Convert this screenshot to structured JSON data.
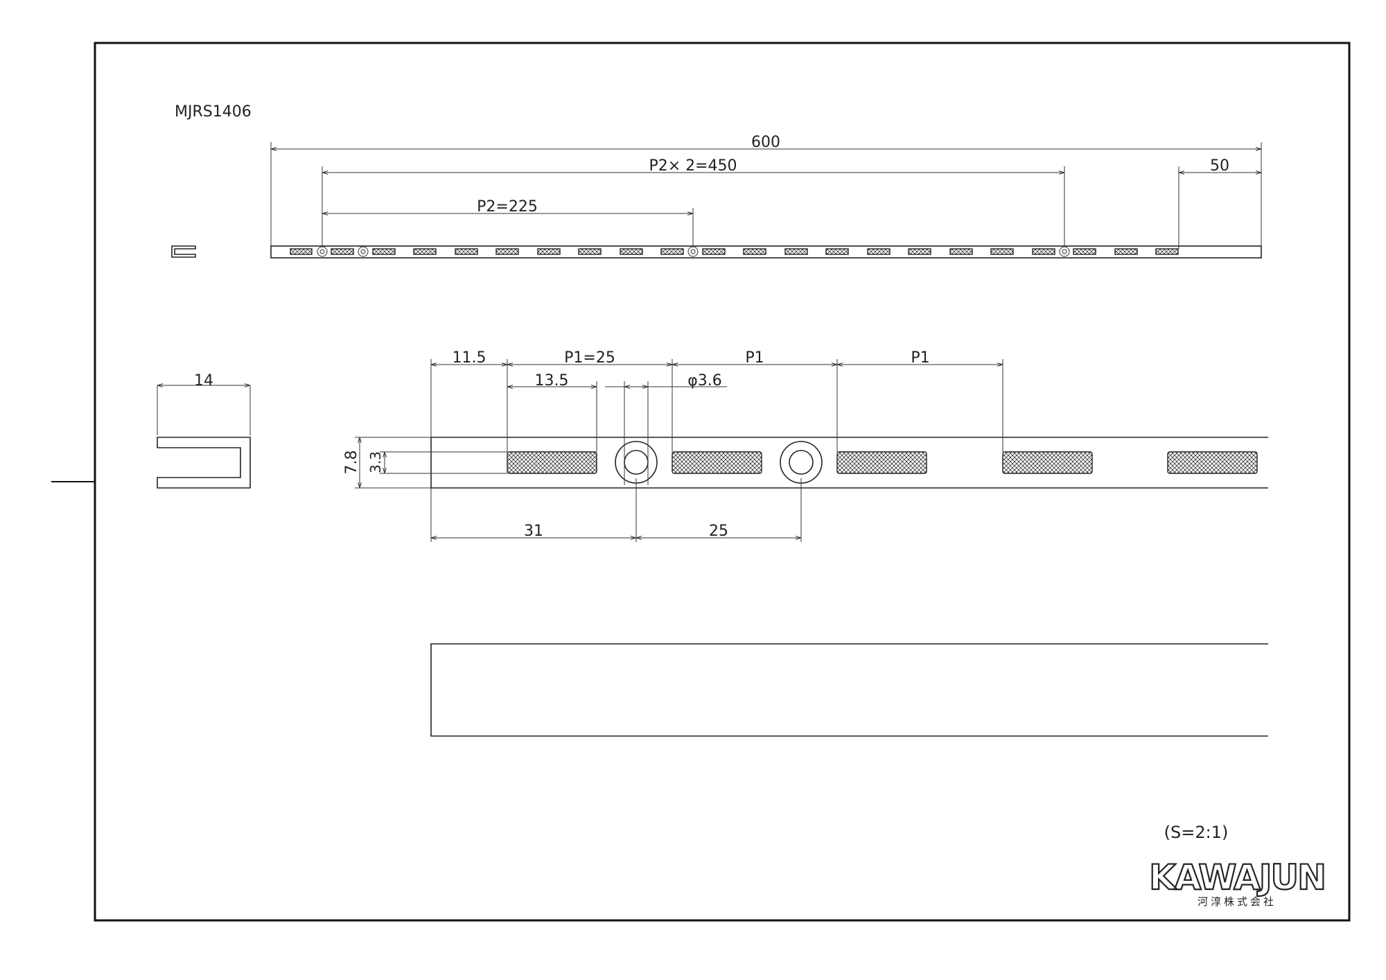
{
  "drawing": {
    "part_number": "MJRS1406",
    "scale": "(S=2:1)"
  },
  "overall_view": {
    "total_length": "600",
    "hole_span": "P2× 2=450",
    "hole_pitch": "P2=225",
    "end_offset": "50"
  },
  "detail_view": {
    "first_slot_offset": "11.5",
    "pitch_1": "P1=25",
    "pitch_2": "P1",
    "pitch_3": "P1",
    "slot_length": "13.5",
    "hole_diameter": "φ3.6",
    "height": "7.8",
    "slot_height": "3.3",
    "hole_offset": "31",
    "hole_pitch": "25"
  },
  "section_view": {
    "width": "14"
  },
  "brand": {
    "name": "KAWAJUN",
    "subtitle": "河淳株式会社"
  }
}
